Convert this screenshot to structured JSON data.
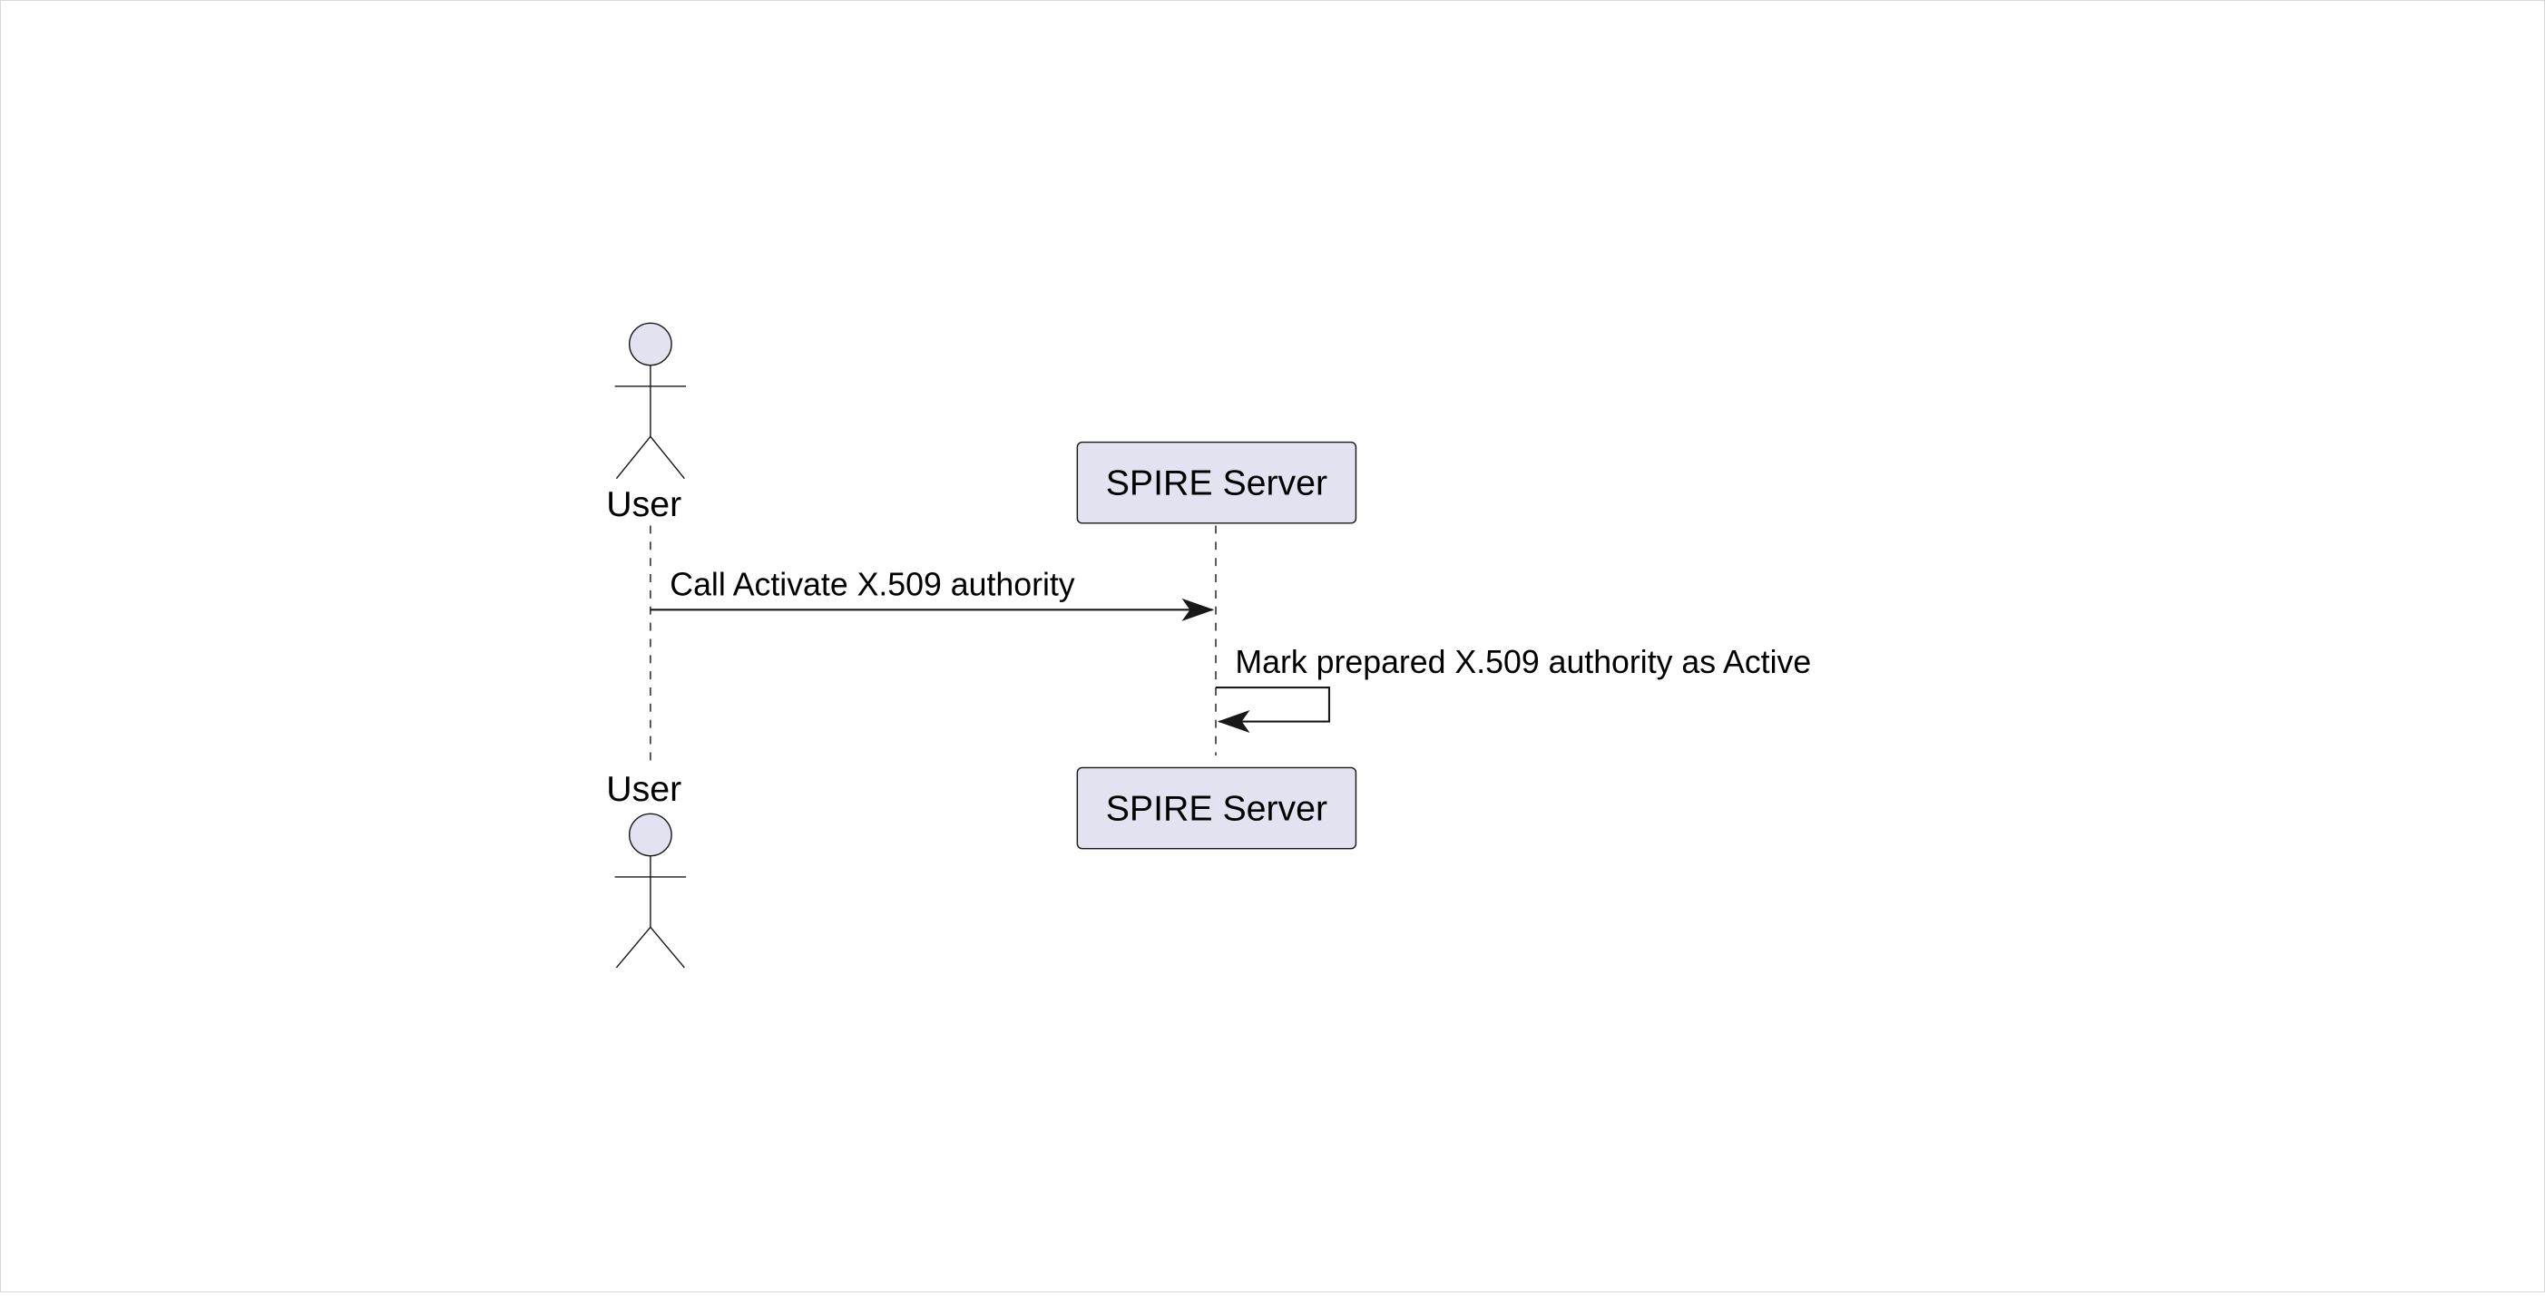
{
  "participants": {
    "user": {
      "label": "User",
      "type": "actor"
    },
    "server": {
      "label": "SPIRE Server",
      "type": "participant"
    }
  },
  "messages": [
    {
      "from": "User",
      "to": "SPIRE Server",
      "label": "Call Activate X.509 authority"
    },
    {
      "from": "SPIRE Server",
      "to": "SPIRE Server",
      "label": "Mark prepared X.509 authority as Active"
    }
  ],
  "colors": {
    "participant_fill": "#E2E2F0",
    "line": "#181818",
    "background": "#FFFFFF"
  }
}
